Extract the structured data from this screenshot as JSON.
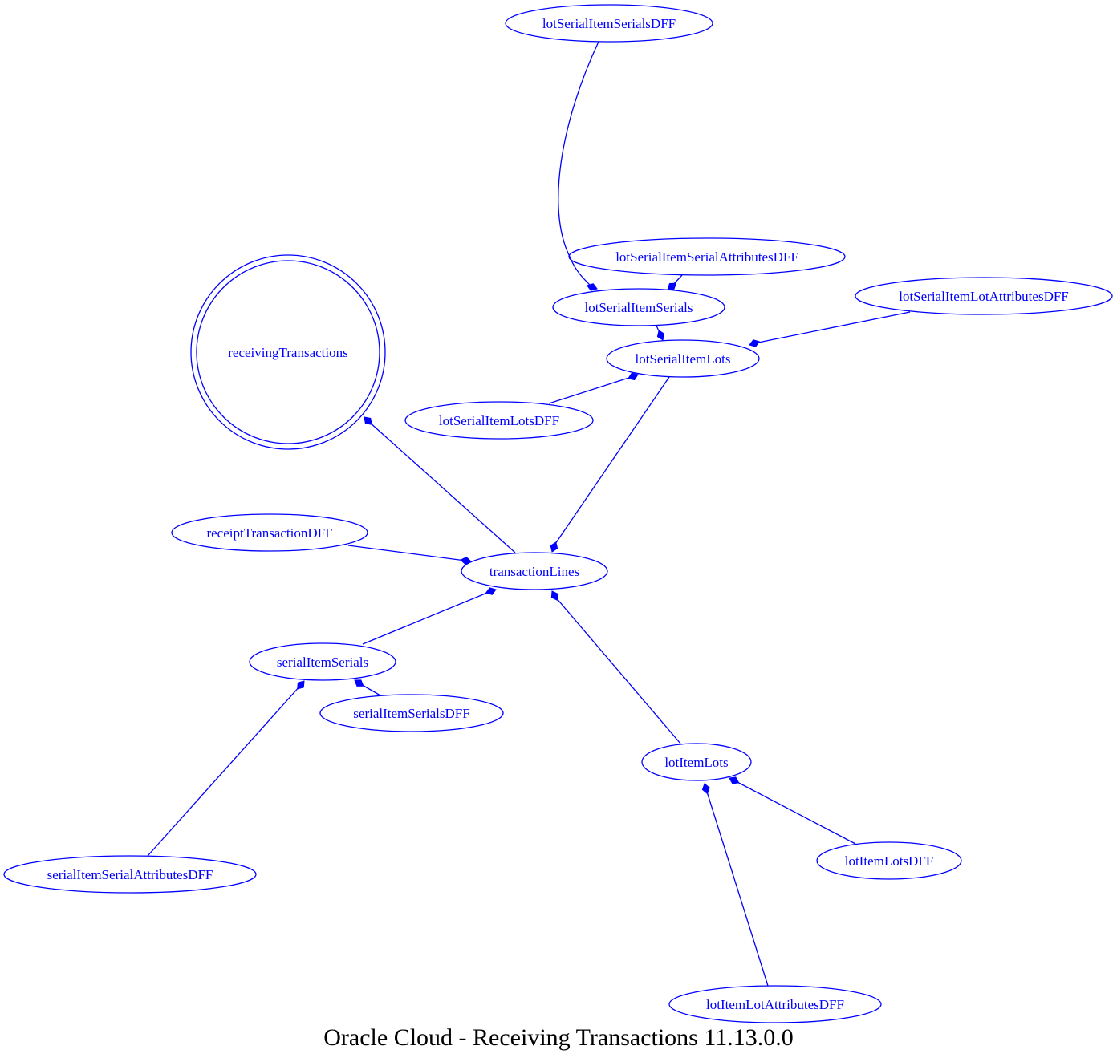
{
  "title": "Oracle Cloud - Receiving Transactions 11.13.0.0",
  "colors": {
    "node": "#0000ff",
    "edge": "#0000ff",
    "caption": "#000000",
    "background": "#ffffff"
  },
  "nodes": [
    {
      "id": "lotSerialItemSerialsDFF",
      "label": "lotSerialItemSerialsDFF",
      "shape": "ellipse"
    },
    {
      "id": "lotSerialItemSerialAttributesDFF",
      "label": "lotSerialItemSerialAttributesDFF",
      "shape": "ellipse"
    },
    {
      "id": "lotSerialItemSerials",
      "label": "lotSerialItemSerials",
      "shape": "ellipse"
    },
    {
      "id": "lotSerialItemLotAttributesDFF",
      "label": "lotSerialItemLotAttributesDFF",
      "shape": "ellipse"
    },
    {
      "id": "lotSerialItemLots",
      "label": "lotSerialItemLots",
      "shape": "ellipse"
    },
    {
      "id": "lotSerialItemLotsDFF",
      "label": "lotSerialItemLotsDFF",
      "shape": "ellipse"
    },
    {
      "id": "receivingTransactions",
      "label": "receivingTransactions",
      "shape": "doublecircle"
    },
    {
      "id": "receiptTransactionDFF",
      "label": "receiptTransactionDFF",
      "shape": "ellipse"
    },
    {
      "id": "transactionLines",
      "label": "transactionLines",
      "shape": "ellipse"
    },
    {
      "id": "serialItemSerials",
      "label": "serialItemSerials",
      "shape": "ellipse"
    },
    {
      "id": "serialItemSerialsDFF",
      "label": "serialItemSerialsDFF",
      "shape": "ellipse"
    },
    {
      "id": "serialItemSerialAttributesDFF",
      "label": "serialItemSerialAttributesDFF",
      "shape": "ellipse"
    },
    {
      "id": "lotItemLots",
      "label": "lotItemLots",
      "shape": "ellipse"
    },
    {
      "id": "lotItemLotsDFF",
      "label": "lotItemLotsDFF",
      "shape": "ellipse"
    },
    {
      "id": "lotItemLotAttributesDFF",
      "label": "lotItemLotAttributesDFF",
      "shape": "ellipse"
    }
  ],
  "edges": [
    {
      "from": "lotSerialItemSerialsDFF",
      "to": "lotSerialItemSerials"
    },
    {
      "from": "lotSerialItemSerialAttributesDFF",
      "to": "lotSerialItemSerials"
    },
    {
      "from": "lotSerialItemSerials",
      "to": "lotSerialItemLots"
    },
    {
      "from": "lotSerialItemLotAttributesDFF",
      "to": "lotSerialItemLots"
    },
    {
      "from": "lotSerialItemLotsDFF",
      "to": "lotSerialItemLots"
    },
    {
      "from": "lotSerialItemLots",
      "to": "transactionLines"
    },
    {
      "from": "transactionLines",
      "to": "receivingTransactions"
    },
    {
      "from": "receiptTransactionDFF",
      "to": "transactionLines"
    },
    {
      "from": "serialItemSerials",
      "to": "transactionLines"
    },
    {
      "from": "serialItemSerialsDFF",
      "to": "serialItemSerials"
    },
    {
      "from": "serialItemSerialAttributesDFF",
      "to": "serialItemSerials"
    },
    {
      "from": "lotItemLots",
      "to": "transactionLines"
    },
    {
      "from": "lotItemLotsDFF",
      "to": "lotItemLots"
    },
    {
      "from": "lotItemLotAttributesDFF",
      "to": "lotItemLots"
    }
  ]
}
